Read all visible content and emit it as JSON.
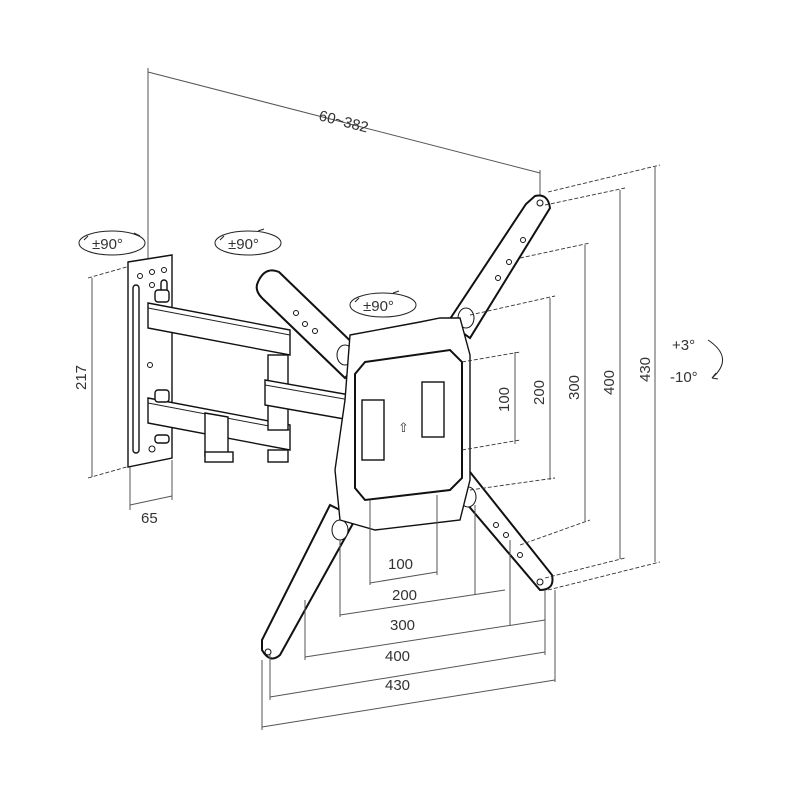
{
  "title": "TV wall mount dimension diagram",
  "dimensions": {
    "arm_extension": "60~382",
    "wall_plate_height": "217",
    "wall_plate_depth": "65",
    "vesa_vertical": [
      "100",
      "200",
      "300",
      "400",
      "430"
    ],
    "vesa_horizontal": [
      "100",
      "200",
      "300",
      "400",
      "430"
    ]
  },
  "rotations": {
    "wall_swivel": "±90°",
    "arm_swivel": "±90°",
    "plate_rotation": "±90°",
    "tilt_up": "+3°",
    "tilt_down": "-10°"
  }
}
